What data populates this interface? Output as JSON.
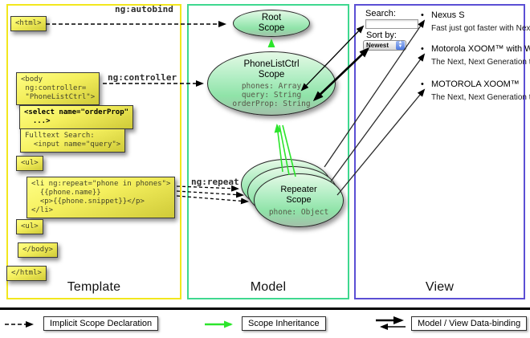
{
  "columns": {
    "template": "Template",
    "model": "Model",
    "view": "View"
  },
  "annotations": {
    "autobind": "ng:autobind",
    "controller": "ng:controller",
    "repeat": "ng:repeat"
  },
  "template_code": {
    "html_open": "<html>",
    "body_open": "<body\n ng:controller=\n \"PhoneListCtrl\">",
    "select": "<select name=\"orderProp\"\n  ...>",
    "fulltext": "Fulltext Search:\n  <input name=\"query\">",
    "ul_open": "<ul>",
    "li_repeat": "<li ng:repeat=\"phone in phones\">\n  {{phone.name}}\n  <p>{{phone.snippet}}</p>\n</li>",
    "ul_close": "<ul>",
    "body_close": "</body>",
    "html_close": "</html>"
  },
  "model": {
    "root_scope_title": "Root\nScope",
    "phonelistctrl_title": "PhoneListCtrl\nScope",
    "phonelistctrl_props": "phones: Array\nquery: String",
    "phonelistctrl_bold_prop": "orderProp: String",
    "repeater_title": "Repeater\nScope",
    "repeater_prop": "phone: Object"
  },
  "view": {
    "search_label": "Search:",
    "sort_label": "Sort by:",
    "sort_value": "Newest",
    "bullet": "•",
    "items": [
      {
        "name": "Nexus S",
        "snippet": "Fast just got faster with Nexus S."
      },
      {
        "name": "Motorola XOOM™ with Wi-Fi",
        "snippet": "The Next, Next Generation tablet."
      },
      {
        "name": "MOTOROLA XOOM™",
        "snippet": "The Next, Next Generation tablet."
      }
    ]
  },
  "legend": {
    "implicit": "Implicit Scope Declaration",
    "inheritance": "Scope Inheritance",
    "binding": "Model / View Data-binding"
  },
  "colors": {
    "template_border": "#f2e71d",
    "model_border": "#3fd88f",
    "view_border": "#5b4fd4",
    "scope_fill_top": "#e5f9e6",
    "scope_fill_bottom": "#a2c0a9",
    "codebox_fill": "#f4ef5d",
    "green_arrow": "#2ce52c",
    "black_arrow": "#000000"
  }
}
